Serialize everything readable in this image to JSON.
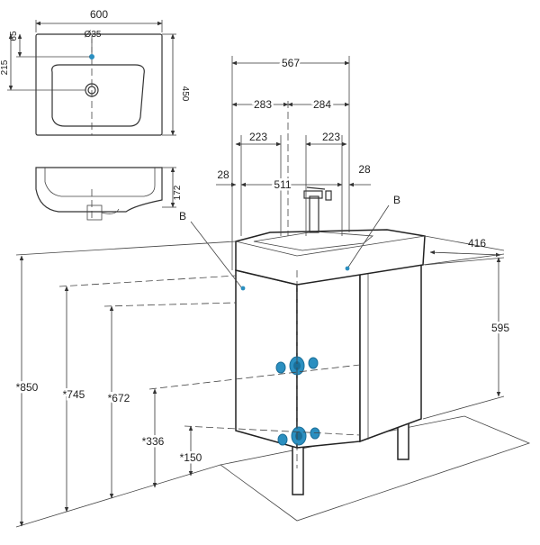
{
  "top_view": {
    "width_label": "600",
    "depth_label": "450",
    "offset_label": "65",
    "hole_offset_label": "215",
    "hole_diameter_label": "Ø35"
  },
  "side_view": {
    "height_label": "172"
  },
  "dimensions": {
    "w567": "567",
    "w283": "283",
    "w284": "284",
    "w223_left": "223",
    "w223_right": "223",
    "w28_left": "28",
    "w511": "511",
    "w28_right": "28",
    "d416": "416",
    "h595": "595",
    "h850": "*850",
    "h745": "*745",
    "h672": "*672",
    "h336": "*336",
    "h150": "*150"
  },
  "callouts": {
    "b_left": "B",
    "b_right": "B"
  },
  "colors": {
    "accent_blue": "#2b8fc0",
    "accent_blue_dark": "#1a6e98"
  }
}
